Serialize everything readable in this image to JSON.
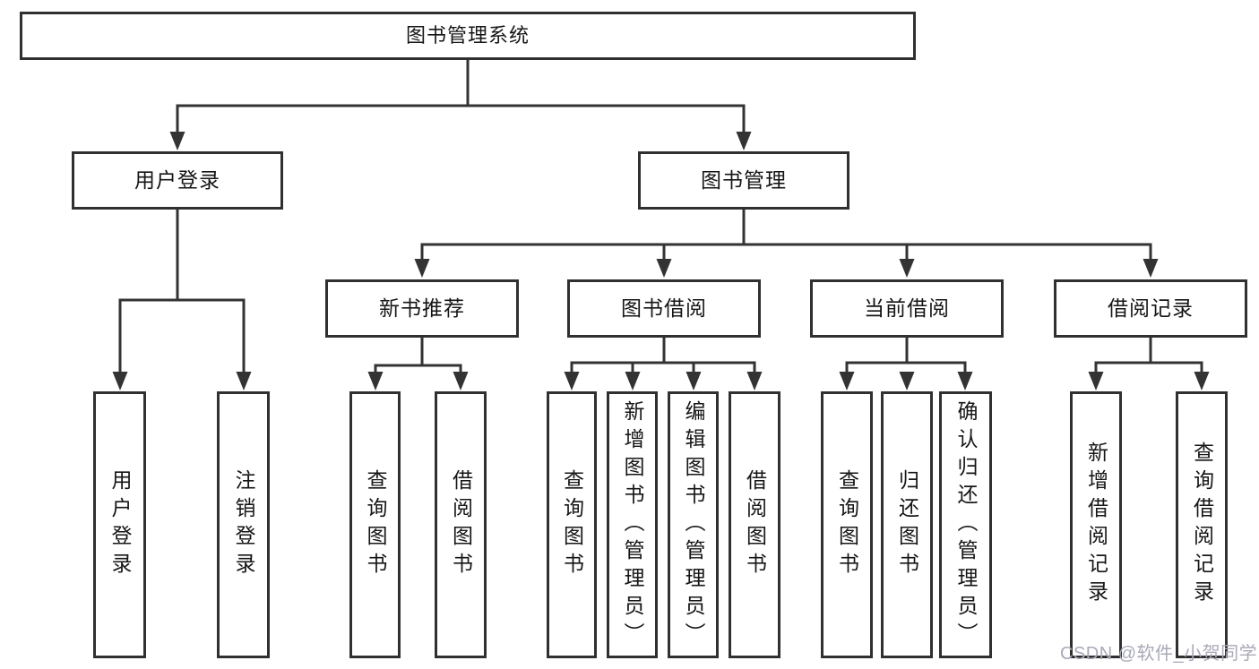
{
  "colors": {
    "background": "#ffffff",
    "line": "#333333",
    "box_border": "#303030",
    "text": "#161616",
    "watermark": "#a9a9b8"
  },
  "diagram": {
    "root": {
      "label": "图书管理系统"
    },
    "level2": {
      "user_login": {
        "label": "用户登录"
      },
      "book_mgmt": {
        "label": "图书管理"
      }
    },
    "level3": {
      "new_book_rec": {
        "label": "新书推荐"
      },
      "book_borrow": {
        "label": "图书借阅"
      },
      "current_borrow": {
        "label": "当前借阅"
      },
      "borrow_records": {
        "label": "借阅记录"
      }
    },
    "leaves": {
      "user_login_children": [
        "用户登录",
        "注销登录"
      ],
      "new_book_rec_children": [
        "查询图书",
        "借阅图书"
      ],
      "book_borrow_children": [
        "查询图书",
        "新增图书（管理员）",
        "编辑图书（管理员）",
        "借阅图书"
      ],
      "current_borrow_children": [
        "查询图书",
        "归还图书",
        "确认归还（管理员）"
      ],
      "borrow_records_children": [
        "新增借阅记录",
        "查询借阅记录"
      ]
    }
  },
  "watermark": {
    "text": "CSDN @软件_小贺同学"
  }
}
